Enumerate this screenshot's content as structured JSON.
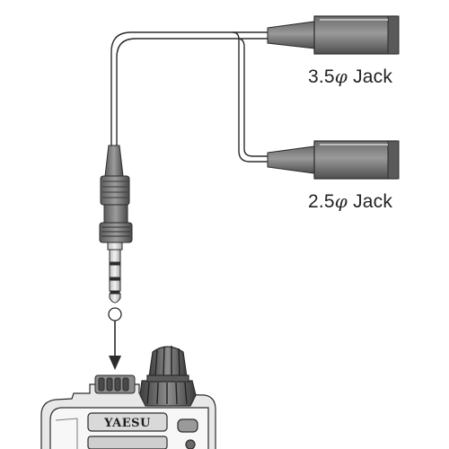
{
  "labels": {
    "jack_35_size": "3.5",
    "jack_35_symbol": "φ",
    "jack_35_name": "Jack",
    "jack_25_size": "2.5",
    "jack_25_symbol": "φ",
    "jack_25_name": "Jack"
  },
  "radio": {
    "brand": "YAESU"
  },
  "colors": {
    "line": "#2b2b2b",
    "body_dark": "#5a5a5a",
    "body_mid": "#8a8a8a",
    "body_light": "#cfcfcf"
  }
}
